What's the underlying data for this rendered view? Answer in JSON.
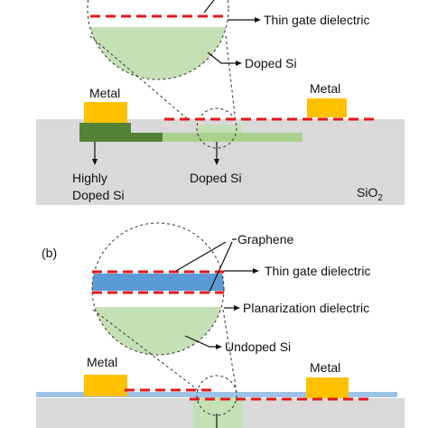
{
  "panel_a": {
    "thin_gate_dielectric": "Thin gate dielectric",
    "doped_si_zoom": "Doped Si",
    "metal_left": "Metal",
    "metal_right": "Metal",
    "highly_doped_line1": "Highly",
    "highly_doped_line2": "Doped Si",
    "doped_si": "Doped Si",
    "sio2_base": "SiO",
    "sio2_sub": "2"
  },
  "panel_b": {
    "panel_label": "(b)",
    "graphene": "Graphene",
    "thin_gate_dielectric": "Thin gate dielectric",
    "planarization_dielectric": "Planarization dielectric",
    "undoped_si": "Undoped Si",
    "metal_left": "Metal",
    "metal_right": "Metal"
  },
  "colors": {
    "metal": "#ffc000",
    "highly_doped": "#548235",
    "doped": "#a9d18e",
    "doped_light": "#c5e0b4",
    "oxide": "#d9d9d9",
    "gate_dielectric": "#5b9bd5",
    "graphene_dash": "#e3171b"
  }
}
